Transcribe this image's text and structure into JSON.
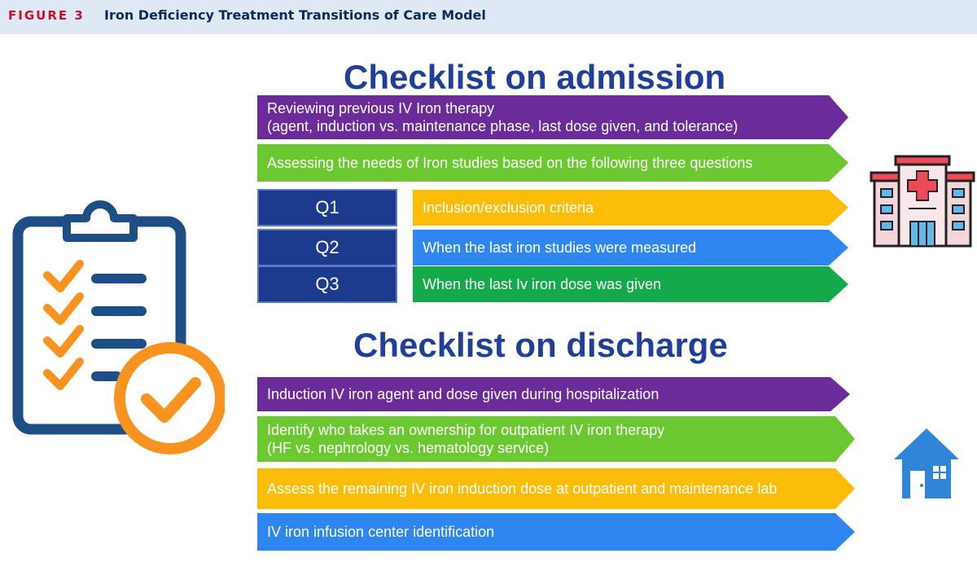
{
  "header": {
    "figure_label": "FIGURE 3",
    "title": "Iron Deficiency Treatment Transitions of Care Model"
  },
  "admission": {
    "heading": "Checklist on admission",
    "items": [
      {
        "lines": [
          "Reviewing previous IV Iron therapy",
          "(agent, induction vs. maintenance phase, last dose given, and tolerance)"
        ],
        "color": "#6b2c99"
      },
      {
        "lines": [
          "Assessing the needs of Iron studies based on the following three questions"
        ],
        "color": "#6cc830"
      }
    ],
    "questions": [
      {
        "label": "Q1",
        "text": "Inclusion/exclusion  criteria",
        "color": "#fbbd08"
      },
      {
        "label": "Q2",
        "text": "When the last iron studies were measured",
        "color": "#2f86ef"
      },
      {
        "label": "Q3",
        "text": "When the last Iv iron dose was given",
        "color": "#14a94a"
      }
    ]
  },
  "discharge": {
    "heading": "Checklist on discharge",
    "items": [
      {
        "lines": [
          "Induction IV iron agent and dose given during hospitalization"
        ],
        "color": "#6b2c99"
      },
      {
        "lines": [
          "Identify who takes an ownership for outpatient IV iron therapy",
          "(HF vs. nephrology vs. hematology service)"
        ],
        "color": "#6cc830"
      },
      {
        "lines": [
          "Assess the remaining IV iron induction dose at outpatient and maintenance lab"
        ],
        "color": "#fbbd08"
      },
      {
        "lines": [
          "IV iron infusion center identification"
        ],
        "color": "#2f86ef"
      }
    ]
  },
  "icons": {
    "clipboard": "clipboard-checklist-icon",
    "hospital": "hospital-icon",
    "home": "home-icon"
  },
  "colors": {
    "heading": "#1f3f9a",
    "figure_label": "#c8102e",
    "question_box": "#1c3b8f"
  }
}
